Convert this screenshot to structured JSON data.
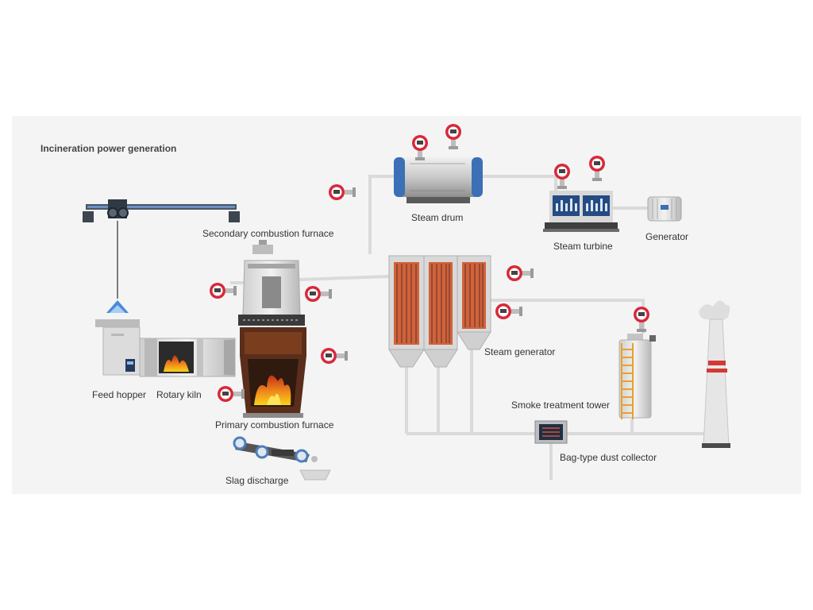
{
  "diagram": {
    "title": "Incineration power generation",
    "labels": {
      "steam_drum": "Steam drum",
      "steam_turbine": "Steam turbine",
      "generator": "Generator",
      "secondary_combustion_furnace": "Secondary combustion furnace",
      "feed_hopper": "Feed hopper",
      "rotary_kiln": "Rotary kiln",
      "primary_combustion_furnace": "Primary combustion furnace",
      "slag_discharge": "Slag discharge",
      "steam_generator": "Steam generator",
      "smoke_treatment_tower": "Smoke treatment tower",
      "bag_type_dust_collector": "Bag-type dust collector"
    }
  }
}
